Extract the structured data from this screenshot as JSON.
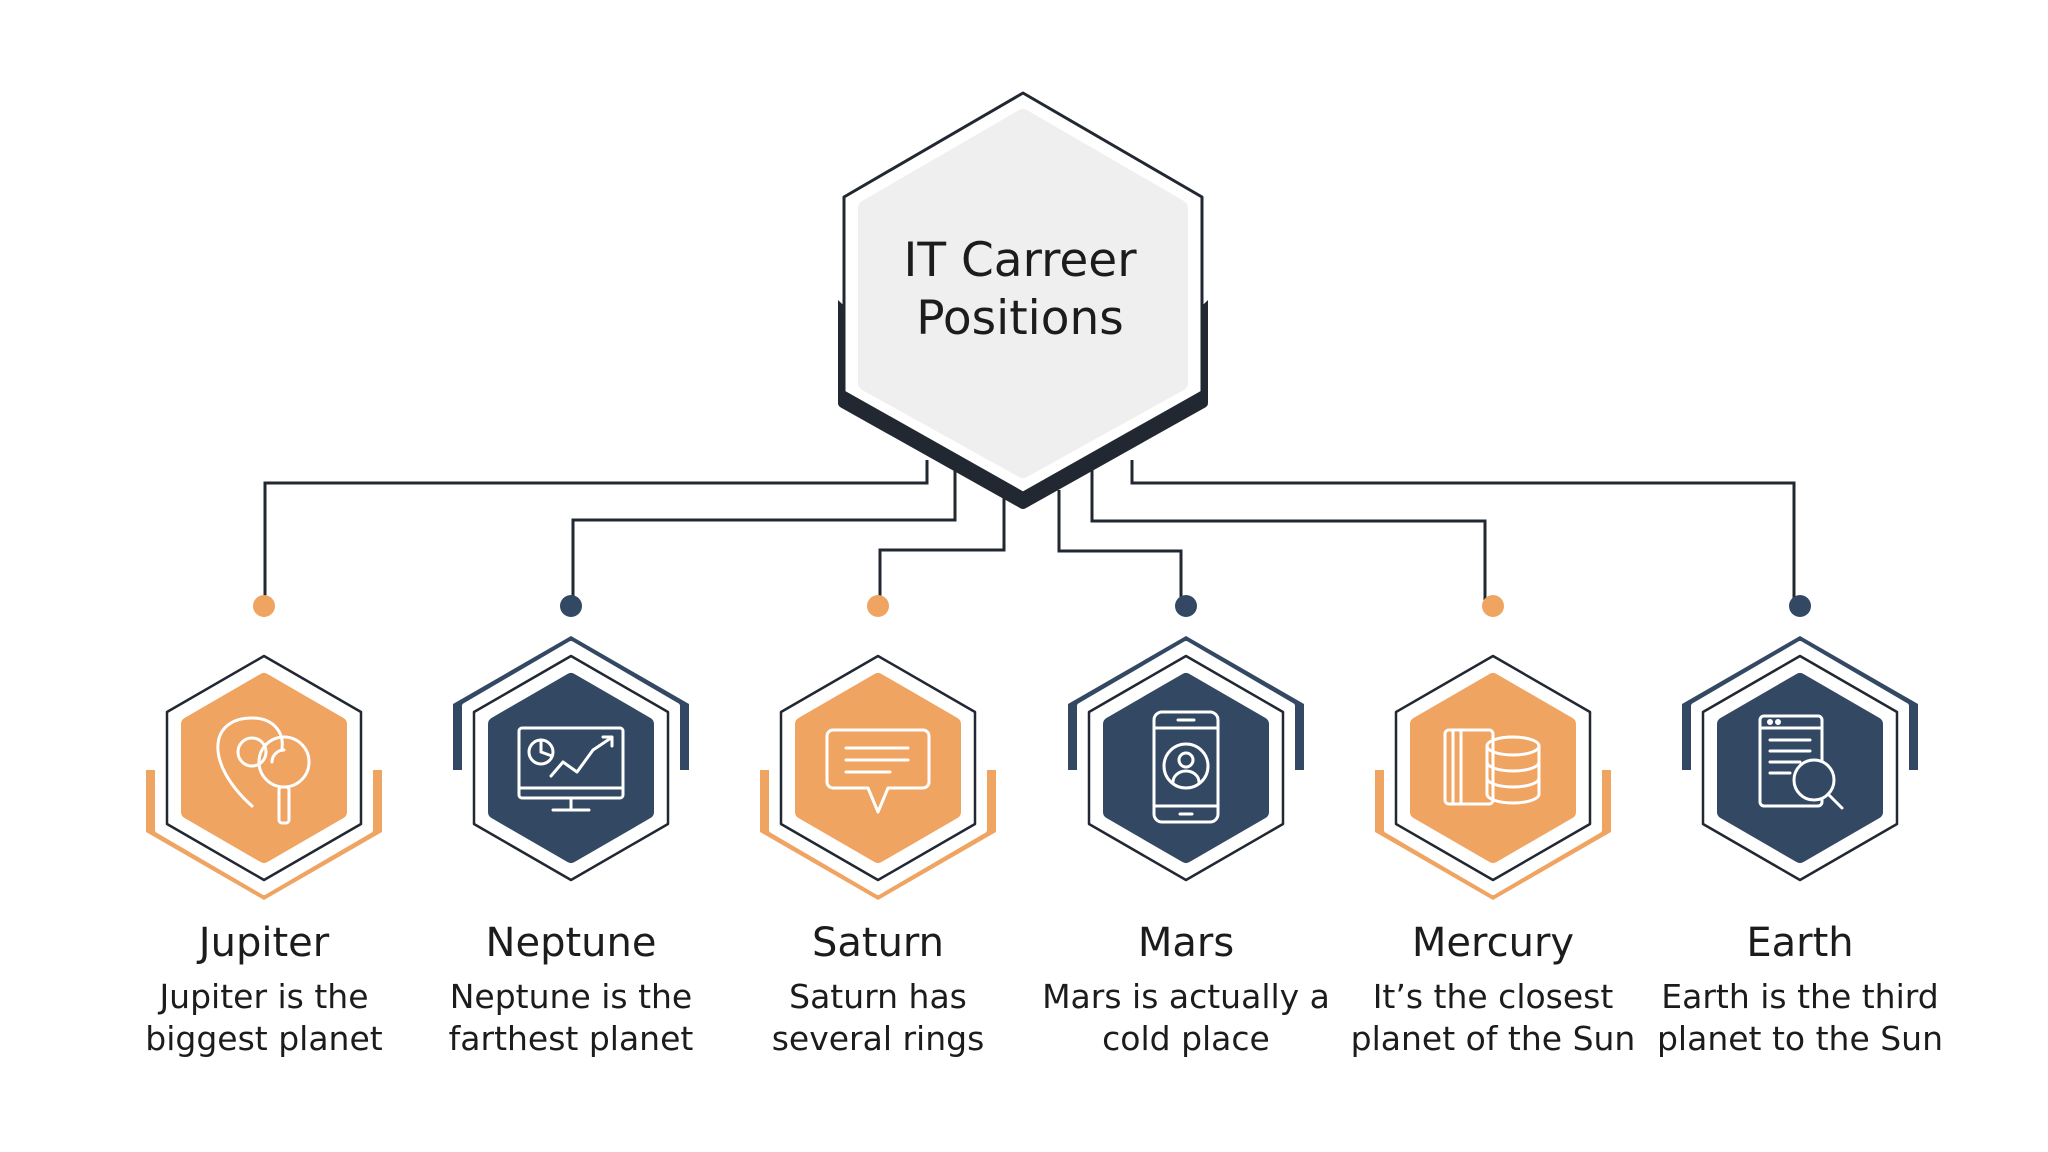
{
  "center": {
    "title_line1": "IT Carreer",
    "title_line2": "Positions"
  },
  "colors": {
    "orange": "#F0A462",
    "navy": "#334863",
    "dark": "#222831",
    "light_fill": "#EFEFEF",
    "text": "#1c1c1c"
  },
  "nodes": [
    {
      "title": "Jupiter",
      "desc_line1": "Jupiter is the",
      "desc_line2": "biggest planet",
      "color": "orange",
      "icon": "map-pin-search-icon"
    },
    {
      "title": "Neptune",
      "desc_line1": "Neptune is the",
      "desc_line2": "farthest planet",
      "color": "navy",
      "icon": "monitor-chart-icon"
    },
    {
      "title": "Saturn",
      "desc_line1": "Saturn has",
      "desc_line2": "several rings",
      "color": "orange",
      "icon": "chat-bubble-icon"
    },
    {
      "title": "Mars",
      "desc_line1": "Mars is actually a",
      "desc_line2": "cold place",
      "color": "navy",
      "icon": "smartphone-user-icon"
    },
    {
      "title": "Mercury",
      "desc_line1": "It’s the closest",
      "desc_line2": "planet of the Sun",
      "color": "orange",
      "icon": "card-coins-icon"
    },
    {
      "title": "Earth",
      "desc_line1": "Earth is the third",
      "desc_line2": "planet to the Sun",
      "color": "navy",
      "icon": "document-search-icon"
    }
  ]
}
